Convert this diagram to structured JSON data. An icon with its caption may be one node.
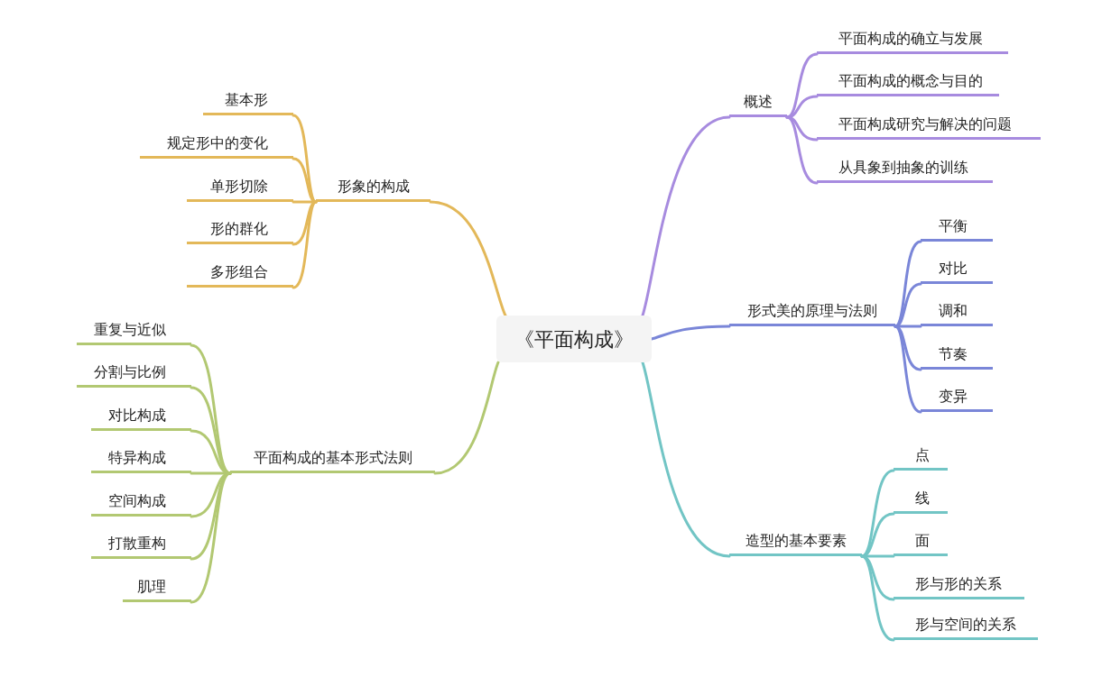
{
  "diagram": {
    "nodes": [
      {
        "text": [
          "《平面构成》"
        ]
      },
      {
        "text": [
          "概述"
        ]
      },
      {
        "text": [
          "平面构成的确立与发展"
        ]
      },
      {
        "text": [
          "平面构成的概念与目的"
        ]
      },
      {
        "text": [
          "平面构成研究与解决的问题"
        ]
      },
      {
        "text": [
          "从具象到抽象的训练"
        ]
      },
      {
        "text": [
          "形式美的原理与法则"
        ]
      },
      {
        "text": [
          "平衡"
        ]
      },
      {
        "text": [
          "对比"
        ]
      },
      {
        "text": [
          "调和"
        ]
      },
      {
        "text": [
          "节奏"
        ]
      },
      {
        "text": [
          "变异"
        ]
      },
      {
        "text": [
          "造型的基本要素"
        ]
      },
      {
        "text": [
          "点"
        ]
      },
      {
        "text": [
          "线"
        ]
      },
      {
        "text": [
          "面"
        ]
      },
      {
        "text": [
          "形与形的关系"
        ]
      },
      {
        "text": [
          "形与空间的关系"
        ]
      },
      {
        "text": [
          "形象的构成"
        ]
      },
      {
        "text": [
          "基本形"
        ]
      },
      {
        "text": [
          "规定形中的变化"
        ]
      },
      {
        "text": [
          "单形切除"
        ]
      },
      {
        "text": [
          "形的群化"
        ]
      },
      {
        "text": [
          "多形组合"
        ]
      },
      {
        "text": [
          "平面构成的基本形式法则"
        ]
      },
      {
        "text": [
          "重复与近似"
        ]
      },
      {
        "text": [
          "分割与比例"
        ]
      },
      {
        "text": [
          "对比构成"
        ]
      },
      {
        "text": [
          "特异构成"
        ]
      },
      {
        "text": [
          "空间构成"
        ]
      },
      {
        "text": [
          "打散重构"
        ]
      },
      {
        "text": [
          "肌理"
        ]
      }
    ],
    "edges": [
      {
        "from": 0,
        "to": 1,
        "arrow": "none",
        "color": "#a78bdf"
      },
      {
        "from": 1,
        "to": 2,
        "arrow": "none",
        "color": "#a78bdf"
      },
      {
        "from": 1,
        "to": 3,
        "arrow": "none",
        "color": "#a78bdf"
      },
      {
        "from": 1,
        "to": 4,
        "arrow": "none",
        "color": "#a78bdf"
      },
      {
        "from": 1,
        "to": 5,
        "arrow": "none",
        "color": "#a78bdf"
      },
      {
        "from": 0,
        "to": 6,
        "arrow": "none",
        "color": "#7a86d8"
      },
      {
        "from": 6,
        "to": 7,
        "arrow": "none",
        "color": "#7a86d8"
      },
      {
        "from": 6,
        "to": 8,
        "arrow": "none",
        "color": "#7a86d8"
      },
      {
        "from": 6,
        "to": 9,
        "arrow": "none",
        "color": "#7a86d8"
      },
      {
        "from": 6,
        "to": 10,
        "arrow": "none",
        "color": "#7a86d8"
      },
      {
        "from": 6,
        "to": 11,
        "arrow": "none",
        "color": "#7a86d8"
      },
      {
        "from": 0,
        "to": 12,
        "arrow": "none",
        "color": "#72c5c5"
      },
      {
        "from": 12,
        "to": 13,
        "arrow": "none",
        "color": "#72c5c5"
      },
      {
        "from": 12,
        "to": 14,
        "arrow": "none",
        "color": "#72c5c5"
      },
      {
        "from": 12,
        "to": 15,
        "arrow": "none",
        "color": "#72c5c5"
      },
      {
        "from": 12,
        "to": 16,
        "arrow": "none",
        "color": "#72c5c5"
      },
      {
        "from": 12,
        "to": 17,
        "arrow": "none",
        "color": "#72c5c5"
      },
      {
        "from": 0,
        "to": 18,
        "arrow": "none",
        "color": "#e3b859"
      },
      {
        "from": 18,
        "to": 19,
        "arrow": "none",
        "color": "#e3b859"
      },
      {
        "from": 18,
        "to": 20,
        "arrow": "none",
        "color": "#e3b859"
      },
      {
        "from": 18,
        "to": 21,
        "arrow": "none",
        "color": "#e3b859"
      },
      {
        "from": 18,
        "to": 22,
        "arrow": "none",
        "color": "#e3b859"
      },
      {
        "from": 18,
        "to": 23,
        "arrow": "none",
        "color": "#e3b859"
      },
      {
        "from": 0,
        "to": 24,
        "arrow": "none",
        "color": "#b2c872"
      },
      {
        "from": 24,
        "to": 25,
        "arrow": "none",
        "color": "#b2c872"
      },
      {
        "from": 24,
        "to": 26,
        "arrow": "none",
        "color": "#b2c872"
      },
      {
        "from": 24,
        "to": 27,
        "arrow": "none",
        "color": "#b2c872"
      },
      {
        "from": 24,
        "to": 28,
        "arrow": "none",
        "color": "#b2c872"
      },
      {
        "from": 24,
        "to": 29,
        "arrow": "none",
        "color": "#b2c872"
      },
      {
        "from": 24,
        "to": 30,
        "arrow": "none",
        "color": "#b2c872"
      },
      {
        "from": 24,
        "to": 31,
        "arrow": "none",
        "color": "#b2c872"
      }
    ]
  }
}
